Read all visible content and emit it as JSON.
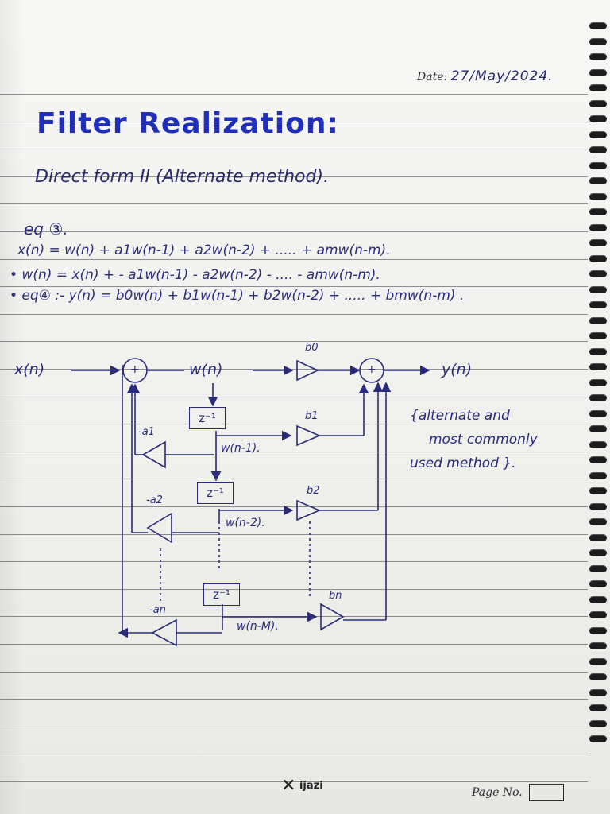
{
  "header": {
    "date_label": "Date:",
    "date_value": "27/May/2024."
  },
  "title": "Filter Realization:",
  "subtitle": "Direct form II (Alternate method).",
  "equations": {
    "label": "eq ③.",
    "line1": "x(n) = w(n) + a1w(n-1) + a2w(n-2) + ..... + amw(n-m).",
    "line2": "• w(n) =  x(n) + - a1w(n-1) - a2w(n-2) - .... - amw(n-m).",
    "line3": "• eq④ :- y(n) = b0w(n) + b1w(n-1) + b2w(n-2) + ..... + bmw(n-m) ."
  },
  "diagram": {
    "input": "x(n)",
    "output": "y(n)",
    "node_w": "w(n)",
    "adder_symbol": "+",
    "delay": "z⁻¹",
    "taps": [
      "w(n-1).",
      "w(n-2).",
      "w(n-M)."
    ],
    "coeff_b": [
      "b0",
      "b1",
      "b2",
      "bn"
    ],
    "coeff_a": [
      "-a1",
      "-a2",
      "-an"
    ]
  },
  "note": {
    "lines": [
      "{alternate and",
      "most commonly",
      "used method }."
    ]
  },
  "footer": {
    "logo": "ijazi",
    "page_label": "Page No."
  }
}
